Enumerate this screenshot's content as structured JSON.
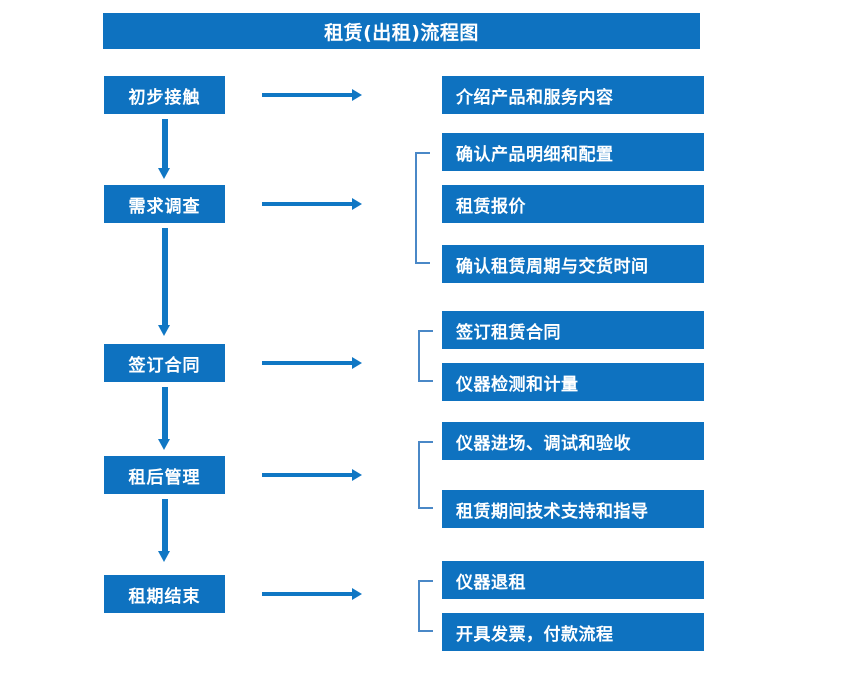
{
  "diagram": {
    "title": "租赁(出租)流程图",
    "theme": {
      "box_fill": "#0E72C0",
      "box_text": "#FFFFFF",
      "arrow_color": "#1077C4",
      "bracket_color": "#4A88C7",
      "background": "#FFFFFF"
    },
    "stages": [
      {
        "label": "初步接触",
        "details": [
          "介绍产品和服务内容"
        ]
      },
      {
        "label": "需求调查",
        "details": [
          "确认产品明细和配置",
          "租赁报价",
          "确认租赁周期与交货时间"
        ]
      },
      {
        "label": "签订合同",
        "details": [
          "签订租赁合同",
          "仪器检测和计量"
        ]
      },
      {
        "label": "租后管理",
        "details": [
          "仪器进场、调试和验收",
          "租赁期间技术支持和指导"
        ]
      },
      {
        "label": "租期结束",
        "details": [
          "仪器退租",
          "开具发票，付款流程"
        ]
      }
    ]
  }
}
